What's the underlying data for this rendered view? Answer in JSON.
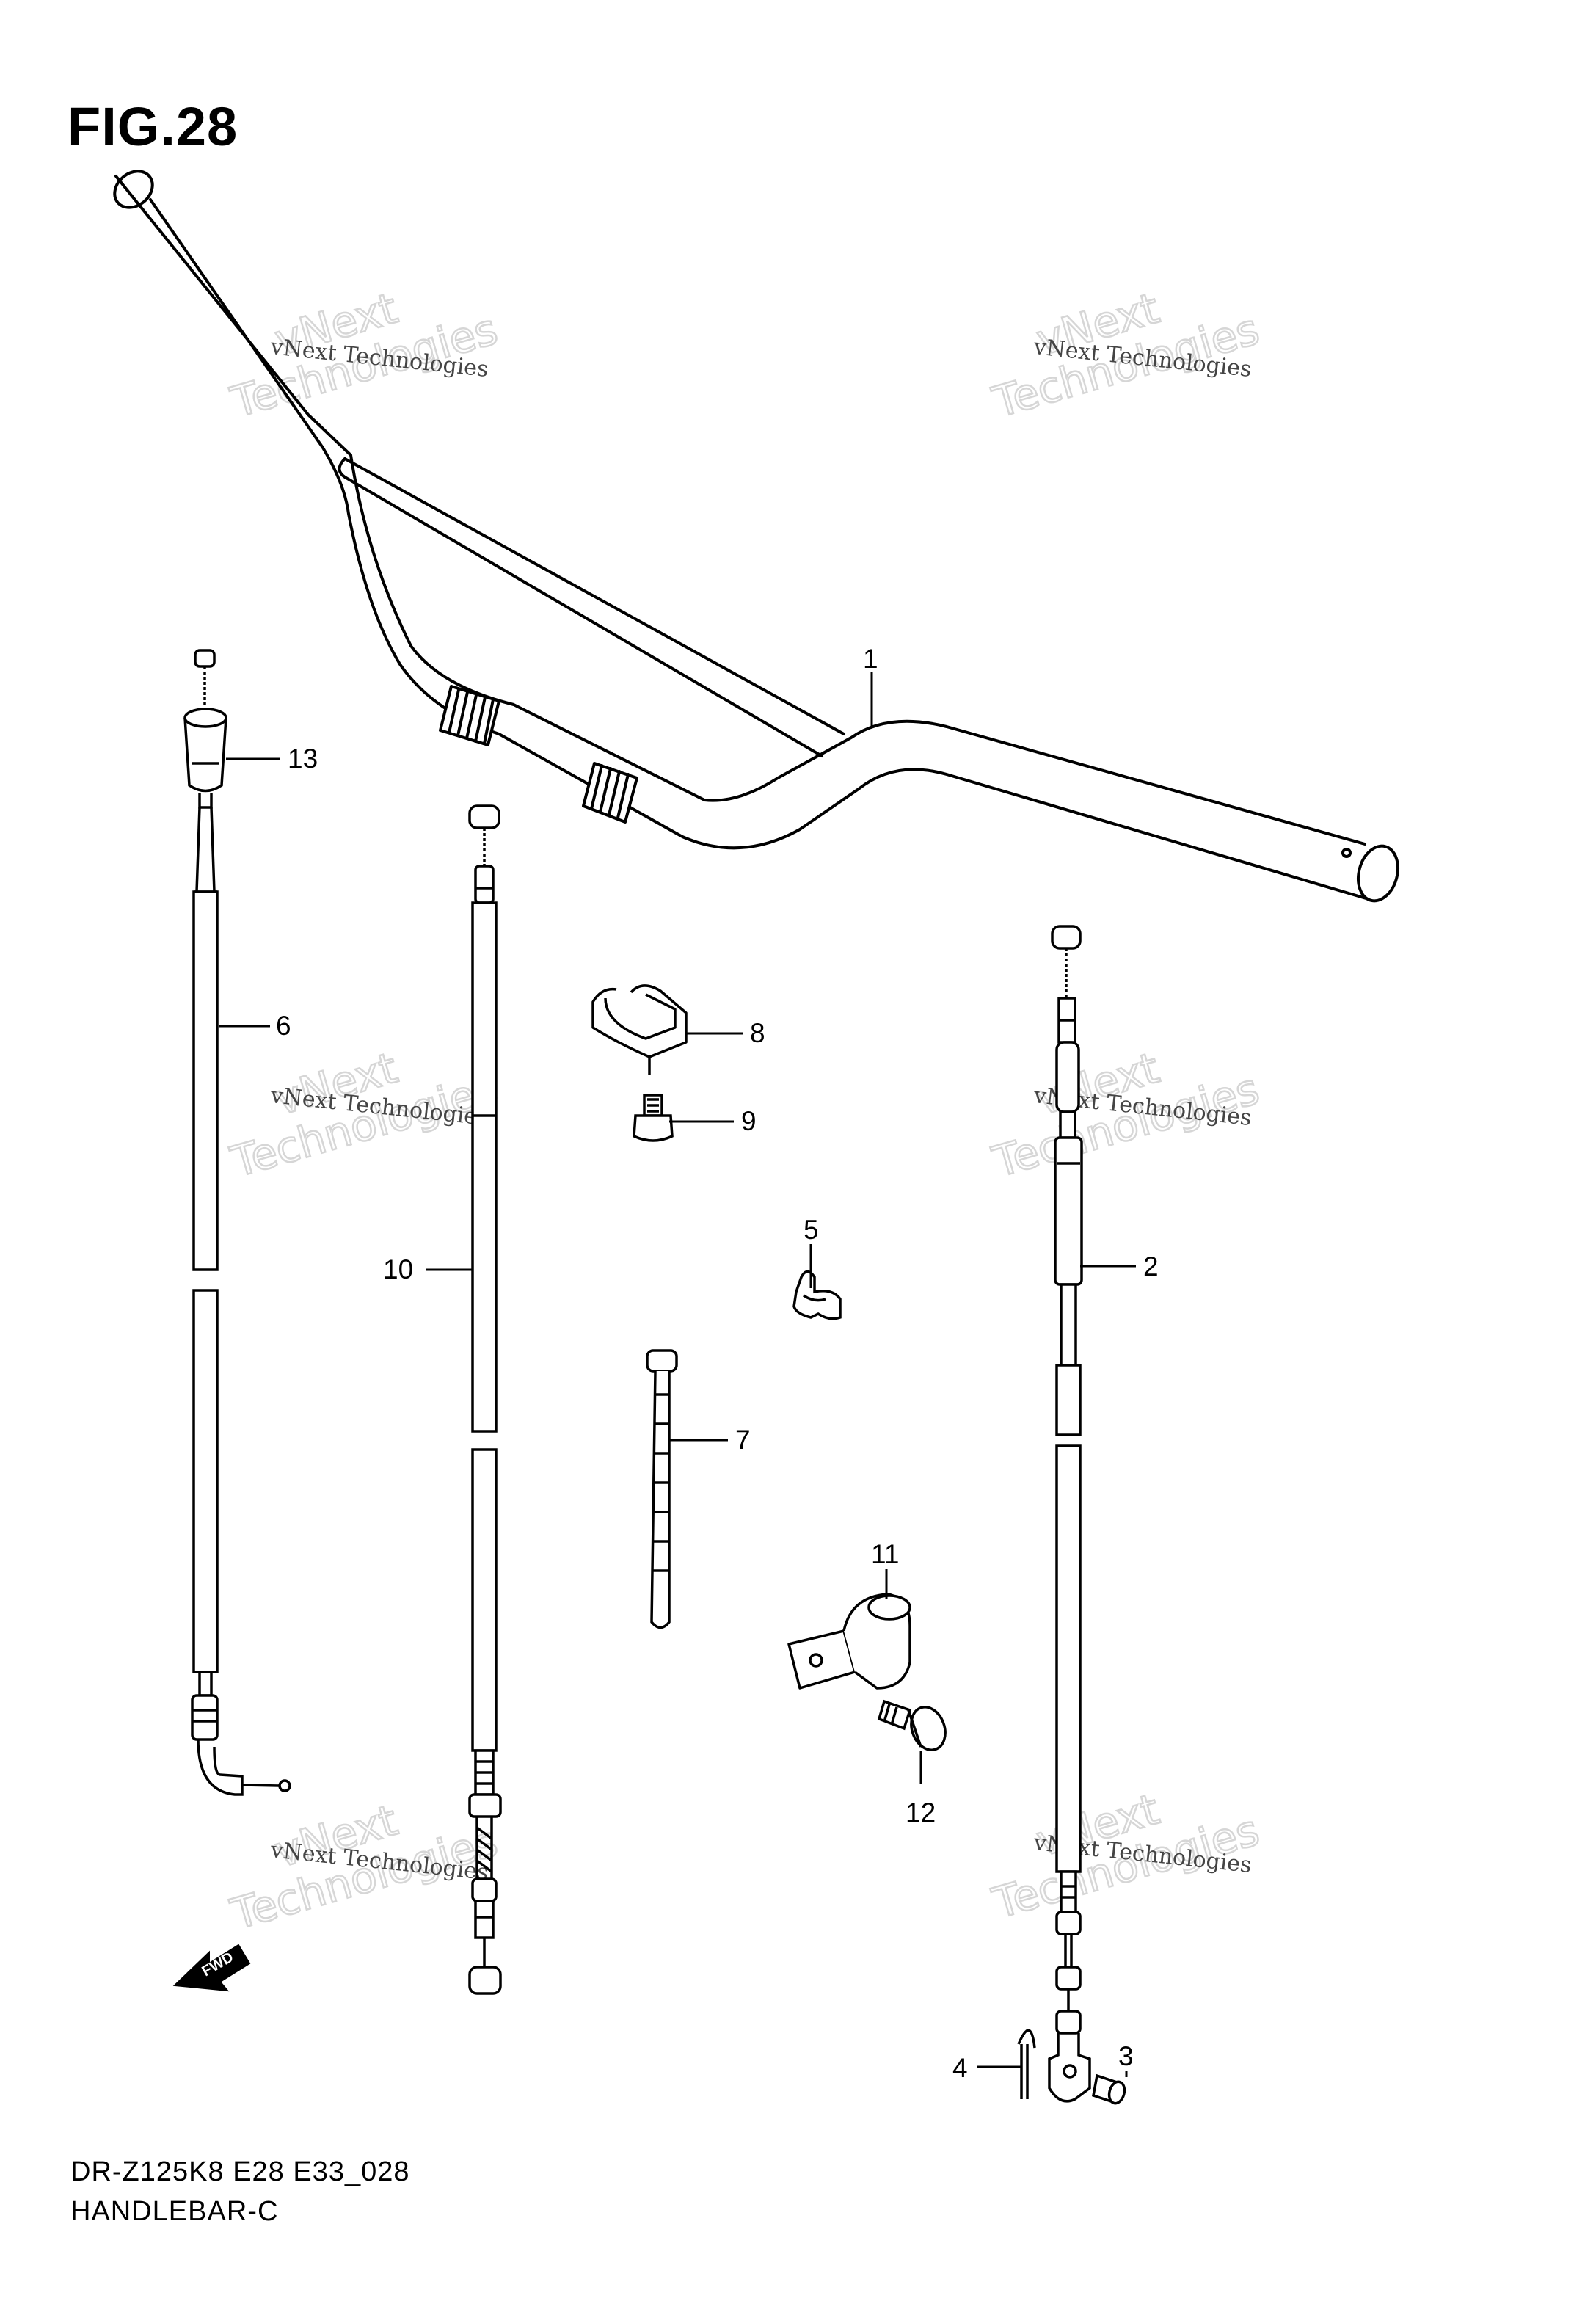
{
  "figure": {
    "label": "FIG.28"
  },
  "footer": {
    "model_line": "DR-Z125K8 E28 E33_028",
    "section_line": "HANDLEBAR-C"
  },
  "watermark": {
    "small_text": "vNext Technologies",
    "large_word_1": "vNext",
    "large_word_2": "Technologies"
  },
  "direction_icon": {
    "text": "FWD"
  },
  "callouts": [
    "1",
    "2",
    "3",
    "4",
    "5",
    "6",
    "7",
    "8",
    "9",
    "10",
    "11",
    "12",
    "13"
  ],
  "parts": [
    {
      "ref": "1",
      "kind": "handlebar"
    },
    {
      "ref": "2",
      "kind": "front-brake-cable"
    },
    {
      "ref": "3",
      "kind": "pin"
    },
    {
      "ref": "4",
      "kind": "cotter-pin"
    },
    {
      "ref": "5",
      "kind": "cable-clamp"
    },
    {
      "ref": "6",
      "kind": "throttle-cable"
    },
    {
      "ref": "7",
      "kind": "cable-tie"
    },
    {
      "ref": "8",
      "kind": "wire-guide"
    },
    {
      "ref": "9",
      "kind": "bolt"
    },
    {
      "ref": "10",
      "kind": "clutch-cable"
    },
    {
      "ref": "11",
      "kind": "clamp-bracket"
    },
    {
      "ref": "12",
      "kind": "bolt"
    },
    {
      "ref": "13",
      "kind": "cable-end-cap"
    }
  ]
}
